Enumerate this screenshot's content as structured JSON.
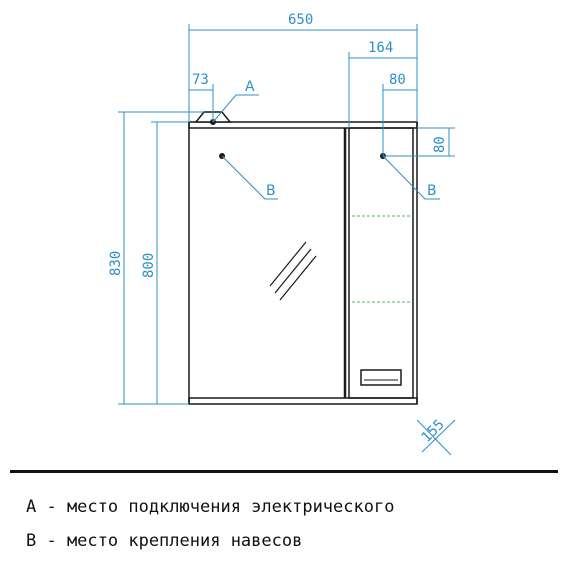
{
  "dimensions": {
    "overall_width": "650",
    "right_cabinet_width": "164",
    "right_mount_offset": "80",
    "left_socket_offset": "73",
    "top_offset": "80",
    "total_height": "830",
    "body_height": "800",
    "depth": "155"
  },
  "callouts": {
    "a": "A",
    "b_left": "B",
    "b_right": "B"
  },
  "legend": {
    "a": "A - место подключения электрического",
    "b": "B - место крепления навесов"
  },
  "colors": {
    "dimension": "#2e8fc7",
    "outline": "#1a1a1a",
    "shelf": "#7ac27a"
  }
}
